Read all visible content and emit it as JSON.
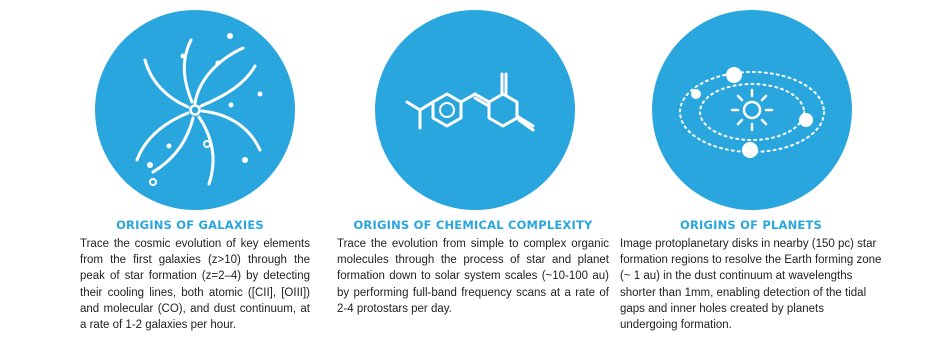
{
  "colors": {
    "accent": "#2aa6df",
    "icon_line": "#ffffff",
    "text": "#222222"
  },
  "columns": [
    {
      "icon": "spiral-galaxy-icon",
      "heading": "ORIGINS OF GALAXIES",
      "body": "Trace the cosmic evolution of key elements from the first galaxies (z>10) through the peak of star formation (z=2–4) by detecting their cooling lines, both atomic ([CII], [OIII]) and molecular (CO), and dust continuum, at a rate of 1-2 galaxies per hour."
    },
    {
      "icon": "organic-molecule-icon",
      "heading": "ORIGINS OF CHEMICAL COMPLEXITY",
      "body": "Trace the evolution from simple to complex organic molecules through the process of star and planet formation down to solar system scales (~10-100 au) by performing full-band frequency scans at a rate of 2-4 protostars per day."
    },
    {
      "icon": "planetary-system-icon",
      "heading": "ORIGINS OF PLANETS",
      "body": "Image protoplanetary disks in nearby (150 pc) star formation regions to resolve the Earth forming zone (~ 1 au) in the dust continuum at wavelengths shorter than 1mm, enabling detection of the tidal gaps and inner holes created by planets undergoing formation."
    }
  ]
}
